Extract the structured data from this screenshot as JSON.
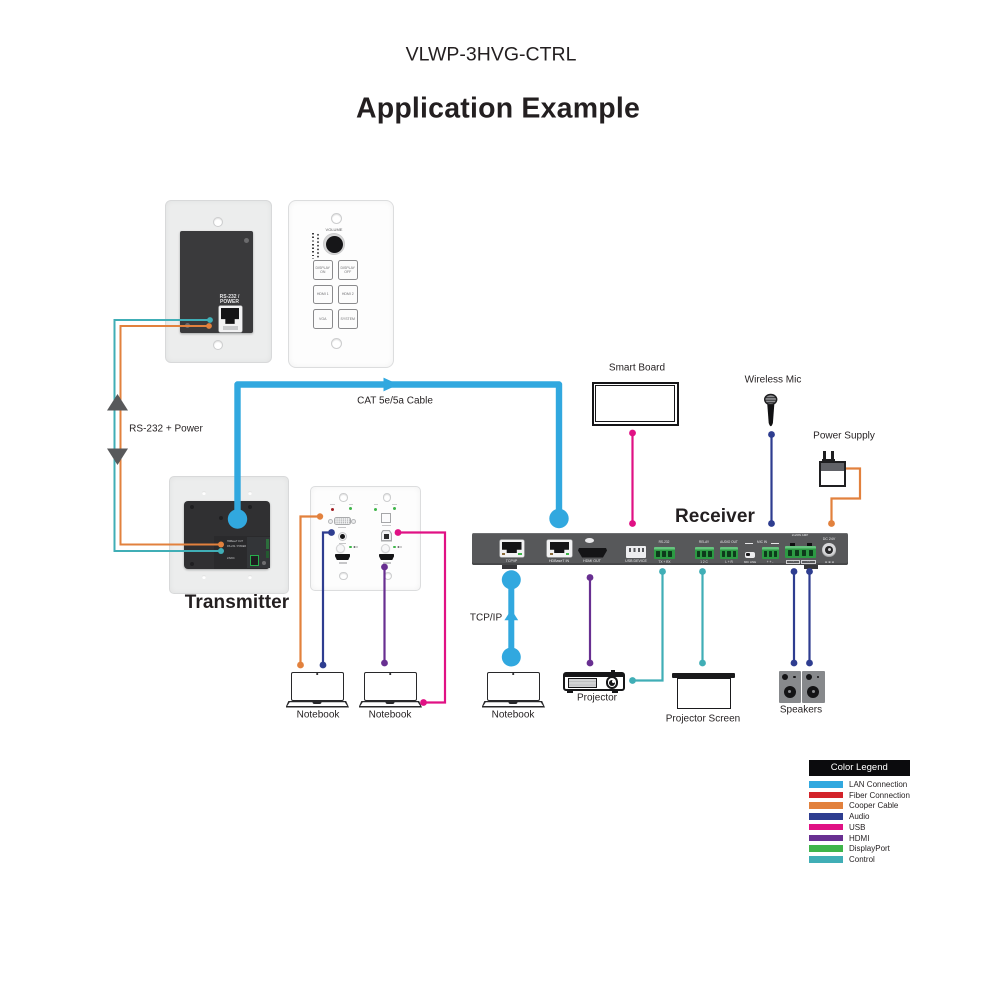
{
  "page": {
    "model": "VLWP-3HVG-CTRL",
    "title": "Application Example"
  },
  "colors": {
    "lan": "#31A8DF",
    "fiber": "#D3232A",
    "copper": "#E2813D",
    "audio": "#2E3D90",
    "usb": "#E01184",
    "hdmi": "#682F91",
    "displayport": "#3FB54A",
    "control": "#40AEB6",
    "arrow_gray": "#58595B"
  },
  "labels": {
    "cat_cable": "CAT 5e/5a Cable",
    "rs232_power": "RS-232 + Power",
    "tcpip": "TCP/IP",
    "smart_board": "Smart Board",
    "wireless_mic": "Wireless Mic",
    "power_supply": "Power Supply",
    "receiver": "Receiver",
    "transmitter": "Transmitter",
    "projector": "Projector",
    "projector_screen": "Projector Screen",
    "speakers": "Speakers",
    "notebook1": "Notebook",
    "notebook2": "Notebook",
    "notebook3": "Notebook"
  },
  "keypad": {
    "volume": "VOLUME",
    "buttons": [
      "DISPLAY ON",
      "DISPLAY OFF",
      "HDMI 1",
      "HDMI 2",
      "VGA",
      "SYSTEM"
    ]
  },
  "rs232_plate": {
    "port_line1": "RS-232 /",
    "port_line2": "POWER"
  },
  "tx_box": {
    "line1": "HDBaseT OUT",
    "line2": "RS-232 / POWER",
    "line3": "24VDC"
  },
  "receiver": {
    "ports": {
      "tcpip": "TCP/IP",
      "hdbaset": "HDBaseT IN",
      "hdmi_out": "HDMI OUT",
      "usb_device": "USB DEVICE",
      "rs232": "RS-232",
      "rs232_pins": "TX + RX",
      "relay": "RELAY",
      "relay_pins": "1 2 C",
      "audio_out": "AUDIO OUT",
      "audio_pins": "L + R",
      "mic_in": "MIC IN",
      "mic_switch": "MIC LINE",
      "mic_pins": "+ + -",
      "amp": "2x20W AMP",
      "amp_pins_a": "- +",
      "amp_pins_b": "- +",
      "dc": "DC 24V",
      "dc_pins": "⊖ ⊕ ⊖"
    }
  },
  "legend": {
    "title": "Color Legend",
    "items": [
      {
        "label": "LAN Connection",
        "color": "#31A8DF"
      },
      {
        "label": "Fiber Connection",
        "color": "#D3232A"
      },
      {
        "label": "Cooper Cable",
        "color": "#E2813D"
      },
      {
        "label": "Audio",
        "color": "#2E3D90"
      },
      {
        "label": "USB",
        "color": "#E01184"
      },
      {
        "label": "HDMI",
        "color": "#682F91"
      },
      {
        "label": "DisplayPort",
        "color": "#3FB54A"
      },
      {
        "label": "Control",
        "color": "#40AEB6"
      }
    ]
  }
}
